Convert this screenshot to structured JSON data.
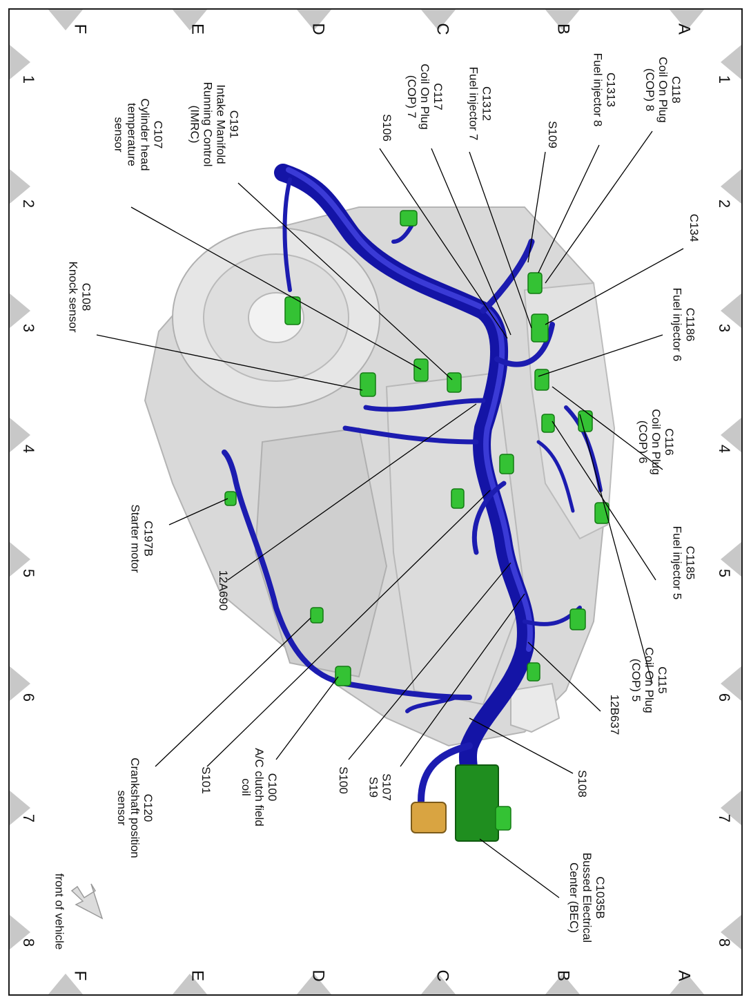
{
  "diagram": {
    "grid": {
      "row_letters": [
        "A",
        "B",
        "C",
        "D",
        "E",
        "F"
      ],
      "column_numbers": [
        "1",
        "2",
        "3",
        "4",
        "5",
        "6",
        "7",
        "8"
      ]
    },
    "callouts": [
      {
        "id": "C118",
        "text": "C118\nCoil On Plug\n(COP) 8"
      },
      {
        "id": "C1313",
        "text": "C1313\nFuel injector 8"
      },
      {
        "id": "S109",
        "text": "S109"
      },
      {
        "id": "C1312",
        "text": "C1312\nFuel injector 7"
      },
      {
        "id": "C117",
        "text": "C117\nCoil On Plug\n(COP) 7"
      },
      {
        "id": "S106",
        "text": "S106"
      },
      {
        "id": "C191",
        "text": "C191\nIntake Manifold\nRunning Control\n(IMRC)"
      },
      {
        "id": "C107",
        "text": "C107\nCylinder head\ntemperature\nsensor"
      },
      {
        "id": "C108",
        "text": "C108\nKnock sensor"
      },
      {
        "id": "C134",
        "text": "C134"
      },
      {
        "id": "C1186",
        "text": "C1186\nFuel injector 6"
      },
      {
        "id": "C116",
        "text": "C116\nCoil On Plug\n(COP) 6"
      },
      {
        "id": "C1185",
        "text": "C1185\nFuel injector 5"
      },
      {
        "id": "C115",
        "text": "C115\nCoil On Plug\n(COP) 5"
      },
      {
        "id": "12B637",
        "text": "12B637"
      },
      {
        "id": "S108",
        "text": "S108"
      },
      {
        "id": "C1035B",
        "text": "C1035B\nBussed Electrical\nCenter (BEC)"
      },
      {
        "id": "S107",
        "text": "S107\nS19"
      },
      {
        "id": "S100",
        "text": "S100"
      },
      {
        "id": "C100",
        "text": "C100\nA/C clutch field\ncoil"
      },
      {
        "id": "S101",
        "text": "S101"
      },
      {
        "id": "C120",
        "text": "C120\nCrankshaft position\nsensor"
      },
      {
        "id": "12A690",
        "text": "12A690"
      },
      {
        "id": "C197B",
        "text": "C197B\nStarter motor"
      }
    ],
    "orientation_label": "front of vehicle",
    "colors": {
      "harness": "#1414a6",
      "connector": "#34c234",
      "engine": "#d6d6d6",
      "bec": "#1f8e1f"
    }
  }
}
